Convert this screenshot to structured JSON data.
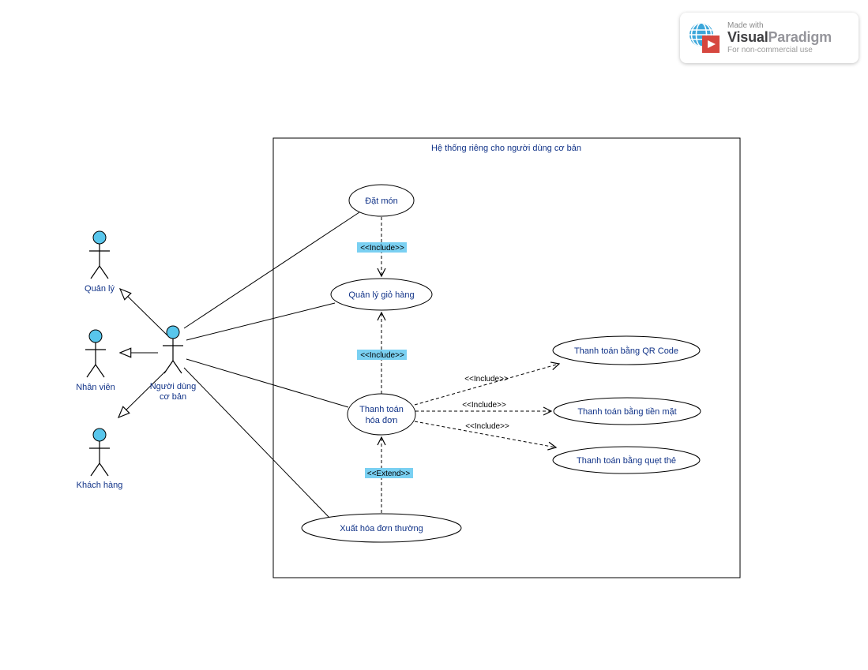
{
  "watermark": {
    "made_with": "Made with",
    "brand_visual": "Visual",
    "brand_paradigm": "Paradigm",
    "non_commercial": "For non-commercial use"
  },
  "diagram": {
    "colors": {
      "boundary_fill": "#7ad0f2",
      "actor_fill": "#58c6ec",
      "node_fill": "#ffffff",
      "line": "#000000",
      "node_text": "#113388",
      "label_text": "#000000"
    },
    "system_boundary": {
      "title": "Hệ thống riêng cho người dùng cơ bản"
    },
    "actors": {
      "quan_ly": {
        "label": "Quản lý"
      },
      "nhan_vien": {
        "label": "Nhân viên"
      },
      "nguoi_dung": {
        "label_line1": "Người dùng",
        "label_line2": "cơ bản"
      },
      "khach_hang": {
        "label": "Khách hàng"
      }
    },
    "use_cases": {
      "dat_mon": {
        "label": "Đặt món"
      },
      "gio_hang": {
        "label": "Quản lý giỏ hàng"
      },
      "thanh_toan": {
        "label_line1": "Thanh toán",
        "label_line2": "hóa đơn"
      },
      "xuat_hoa_don": {
        "label": "Xuất hóa đơn thường"
      },
      "qr_code": {
        "label": "Thanh toán bằng QR Code"
      },
      "tien_mat": {
        "label": "Thanh toán bằng tiền mặt"
      },
      "quet_the": {
        "label": "Thanh toán bằng quẹt thẻ"
      }
    },
    "relationships": {
      "include_label": "<<Include>>",
      "extend_label": "<<Extend>>"
    }
  }
}
